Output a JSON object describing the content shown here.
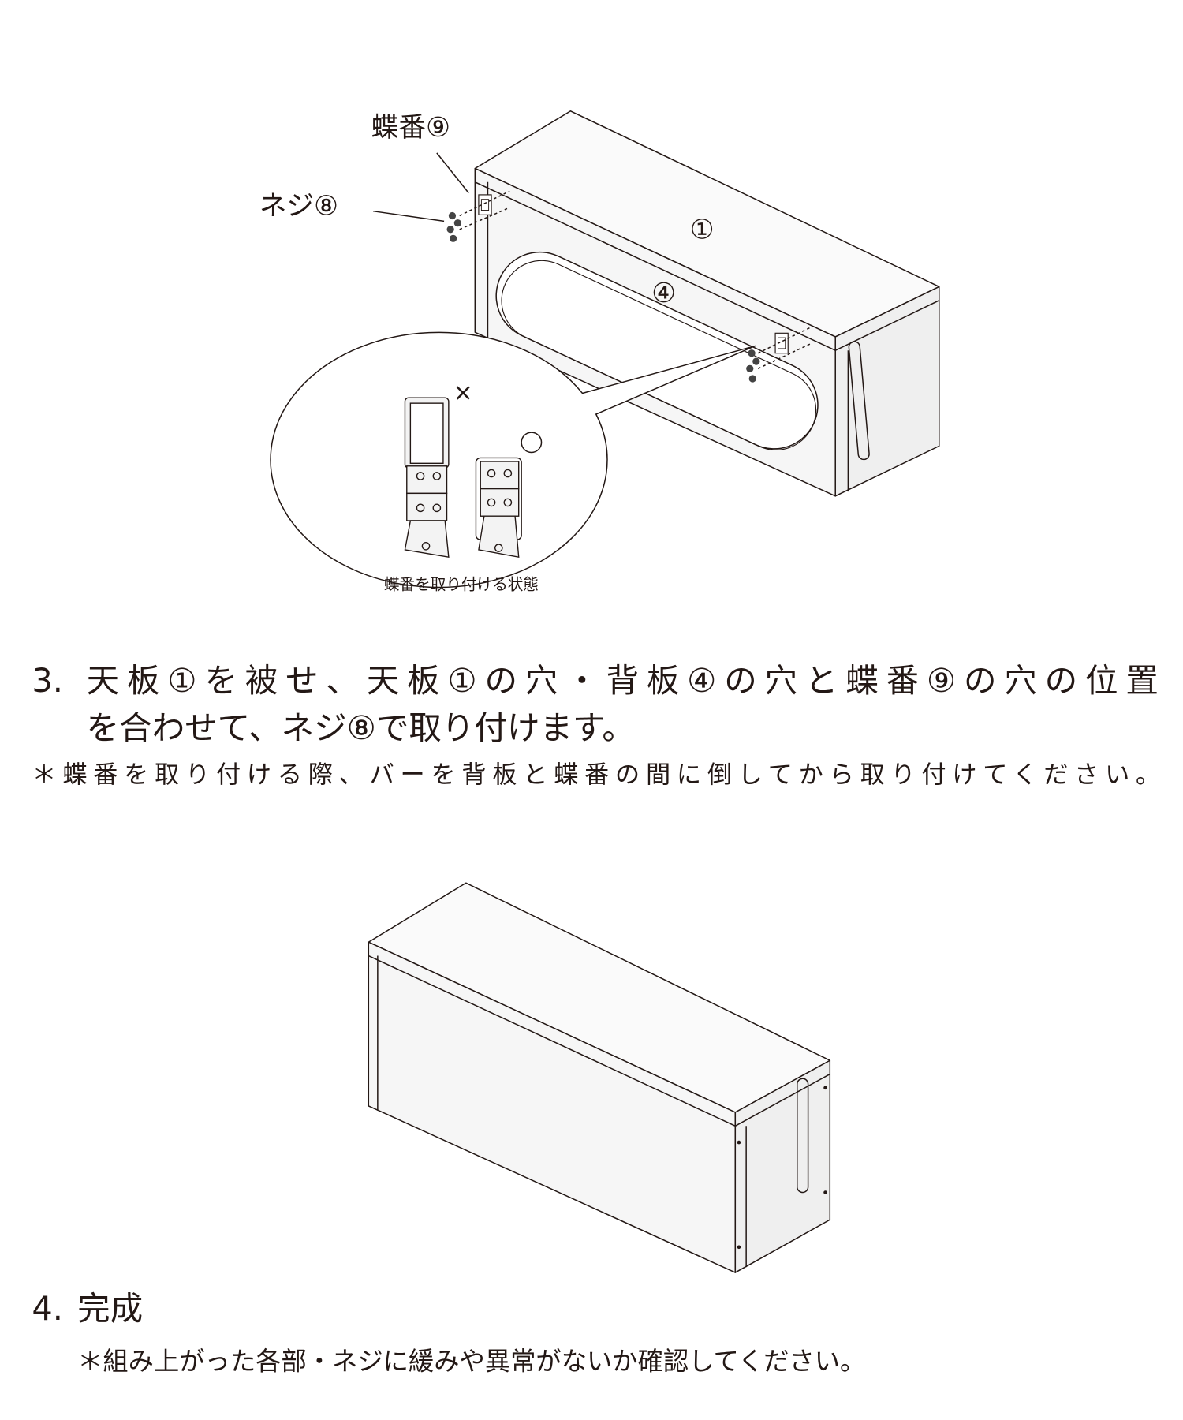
{
  "figure1": {
    "label_hinge": "蝶番⑨",
    "label_screw": "ネジ⑧",
    "label_top_board": "①",
    "label_back_board": "④",
    "detail_wrong_mark": "×",
    "detail_correct_mark": "○",
    "detail_caption": "蝶番を取り付ける状態"
  },
  "step3": {
    "number": "3.",
    "line1": "天板①を被せ、天板①の穴・背板④の穴と蝶番⑨の穴の位置",
    "line2": "を合わせて、ネジ⑧で取り付けます。",
    "note": "＊蝶番を取り付ける際、バーを背板と蝶番の間に倒してから取り付けてください。"
  },
  "step4": {
    "number": "4.",
    "title": "完成",
    "note": "＊組み上がった各部・ネジに緩みや異常がないか確認してください。"
  }
}
